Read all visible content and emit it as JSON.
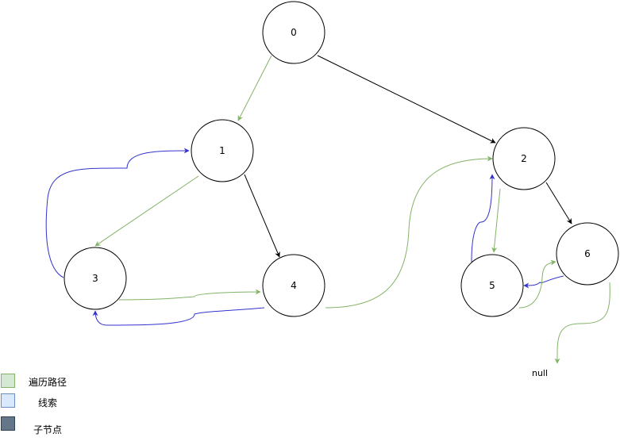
{
  "diagram": {
    "nodes": [
      {
        "id": "0",
        "label": "0"
      },
      {
        "id": "1",
        "label": "1"
      },
      {
        "id": "2",
        "label": "2"
      },
      {
        "id": "3",
        "label": "3"
      },
      {
        "id": "4",
        "label": "4"
      },
      {
        "id": "5",
        "label": "5"
      },
      {
        "id": "6",
        "label": "6"
      }
    ],
    "null_label": "null",
    "edges": [
      {
        "from": "0",
        "to": "1",
        "kind": "traversal"
      },
      {
        "from": "0",
        "to": "2",
        "kind": "child"
      },
      {
        "from": "1",
        "to": "3",
        "kind": "traversal"
      },
      {
        "from": "1",
        "to": "4",
        "kind": "child"
      },
      {
        "from": "3",
        "to": "1",
        "kind": "thread"
      },
      {
        "from": "3",
        "to": "4",
        "kind": "traversal"
      },
      {
        "from": "4",
        "to": "3",
        "kind": "thread"
      },
      {
        "from": "4",
        "to": "2",
        "kind": "traversal"
      },
      {
        "from": "2",
        "to": "5",
        "kind": "traversal"
      },
      {
        "from": "2",
        "to": "6",
        "kind": "child"
      },
      {
        "from": "5",
        "to": "2",
        "kind": "thread"
      },
      {
        "from": "6",
        "to": "5",
        "kind": "thread"
      },
      {
        "from": "5",
        "to": "6",
        "kind": "traversal"
      },
      {
        "from": "6",
        "to": "null",
        "kind": "traversal"
      }
    ]
  },
  "legend": {
    "items": [
      {
        "label": "遍历路径",
        "fill": "#d5e8d4",
        "stroke": "#82b366"
      },
      {
        "label": "线索",
        "fill": "#dae8fc",
        "stroke": "#6c8ebf"
      },
      {
        "label": "子节点",
        "fill": "#647687",
        "stroke": "#314354"
      }
    ]
  },
  "colors": {
    "traversal": "#82b366",
    "thread": "#3333cc",
    "child": "#000000"
  }
}
